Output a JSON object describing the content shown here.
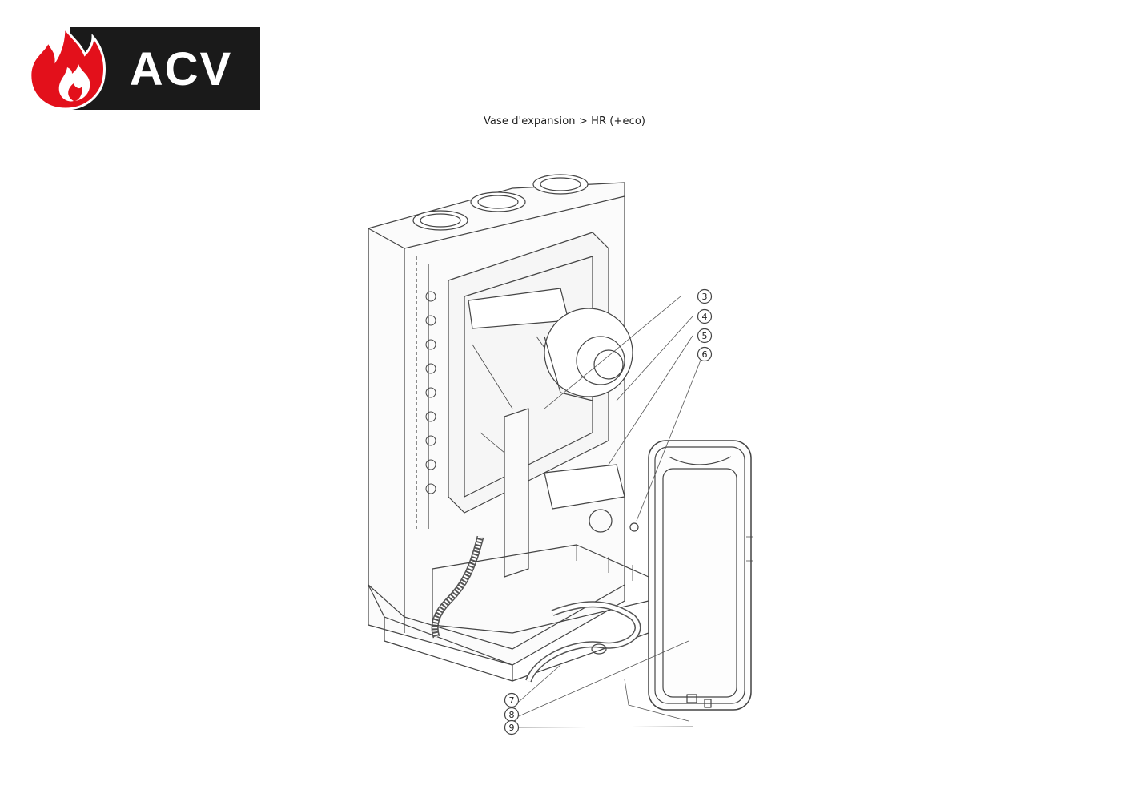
{
  "logo": {
    "text": "ACV",
    "brand_red": "#e3101b",
    "brand_black": "#1a1a1a"
  },
  "caption": "Vase d'expansion > HR (+eco)",
  "callouts": [
    "3",
    "4",
    "5",
    "6",
    "7",
    "8",
    "9"
  ]
}
